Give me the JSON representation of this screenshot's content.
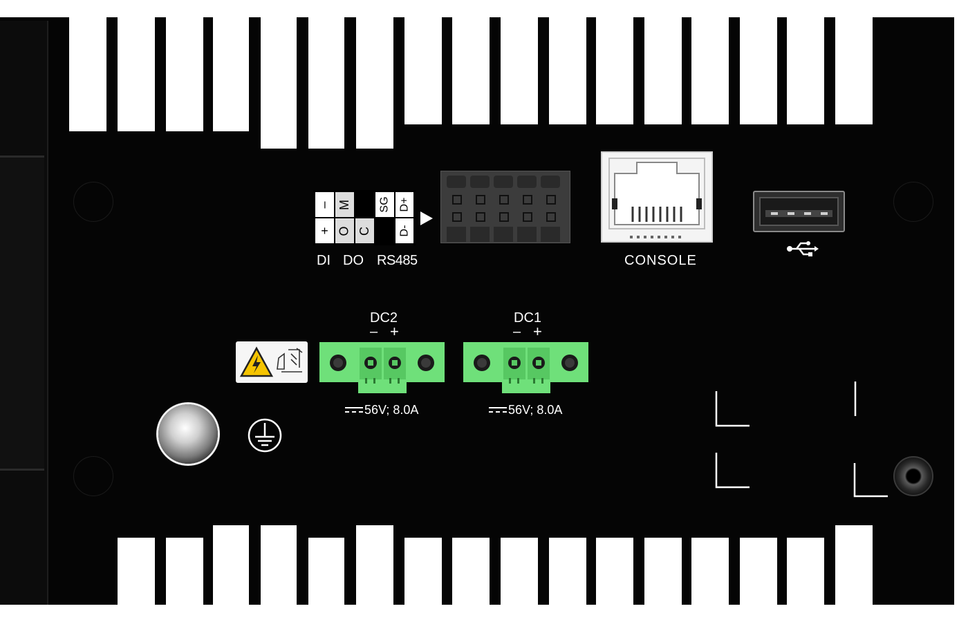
{
  "colors": {
    "chassis": "#050505",
    "terminal_green": "#6fe07a",
    "terminal_dark": "#3f3f3f",
    "label_text": "#ffffff",
    "warning_yellow": "#f5c400"
  },
  "labels": {
    "di": "DI",
    "do": "DO",
    "rs485": "RS485",
    "console": "CONSOLE",
    "dc2": "DC2",
    "dc1": "DC1",
    "dc2_minus": "–",
    "dc2_plus": "+",
    "dc1_minus": "–",
    "dc1_plus": "+",
    "dc2_rating": "56V; 8.0A",
    "dc1_rating": "56V; 8.0A"
  },
  "pinout": {
    "top": [
      "–",
      "M",
      "",
      "SG",
      "D+"
    ],
    "bottom": [
      "+",
      "O",
      "C",
      "",
      "D-"
    ]
  },
  "icons": {
    "usb": "usb-icon",
    "ground": "ground-icon",
    "warning": "high-voltage-warning-icon",
    "dc_symbol": "dc-symbol-icon"
  }
}
